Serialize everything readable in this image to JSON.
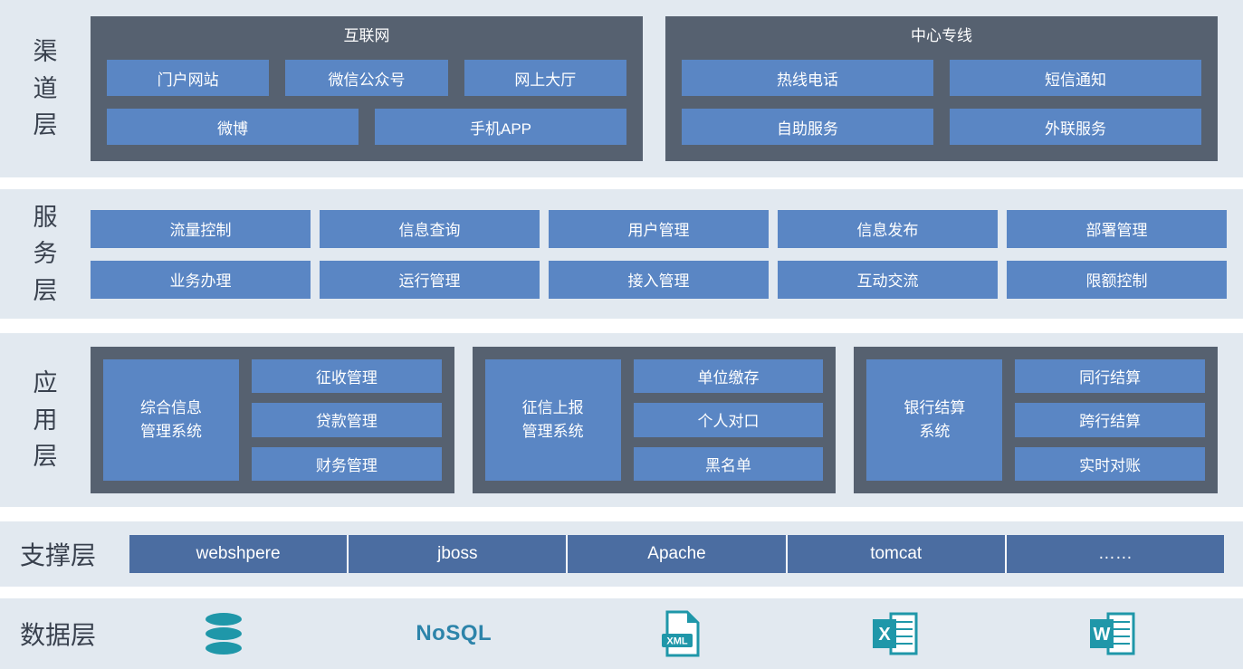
{
  "colors": {
    "band_background": "#e2e9f0",
    "panel_dark": "#566170",
    "node_blue": "#5a86c4",
    "support_blue": "#4b6da1",
    "icon_teal": "#1f97a9",
    "nosql_text": "#2d84aa",
    "label_text": "#39414e",
    "node_text": "#ffffff"
  },
  "layers": {
    "channel": {
      "label": "渠道层",
      "groups": [
        {
          "title": "互联网",
          "row1": [
            "门户网站",
            "微信公众号",
            "网上大厅"
          ],
          "row2": [
            "微博",
            "手机APP"
          ]
        },
        {
          "title": "中心专线",
          "row1": [
            "热线电话",
            "短信通知"
          ],
          "row2": [
            "自助服务",
            "外联服务"
          ]
        }
      ]
    },
    "service": {
      "label": "服务层",
      "row1": [
        "流量控制",
        "信息查询",
        "用户管理",
        "信息发布",
        "部署管理"
      ],
      "row2": [
        "业务办理",
        "运行管理",
        "接入管理",
        "互动交流",
        "限额控制"
      ]
    },
    "application": {
      "label": "应用层",
      "groups": [
        {
          "main": [
            "综合信息",
            "管理系统"
          ],
          "items": [
            "征收管理",
            "贷款管理",
            "财务管理"
          ]
        },
        {
          "main": [
            "征信上报",
            "管理系统"
          ],
          "items": [
            "单位缴存",
            "个人对口",
            "黑名单"
          ]
        },
        {
          "main": [
            "银行结算",
            "系统"
          ],
          "items": [
            "同行结算",
            "跨行结算",
            "实时对账"
          ]
        }
      ]
    },
    "support": {
      "label": "支撑层",
      "items": [
        "webshpere",
        "jboss",
        "Apache",
        "tomcat",
        "……"
      ]
    },
    "data": {
      "label": "数据层",
      "nosql_label": "NoSQL",
      "xml_label": "XML",
      "excel_label": "X",
      "word_label": "W"
    }
  }
}
